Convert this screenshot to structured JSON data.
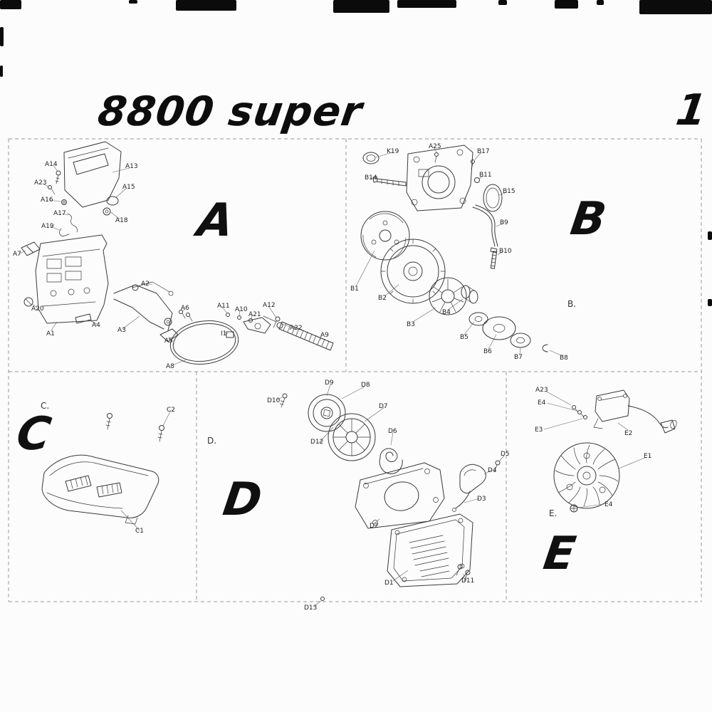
{
  "page": {
    "title": "8800 super",
    "page_number": "1"
  },
  "sections": {
    "A": {
      "letter": "A",
      "labels": [
        "A14",
        "A13",
        "A23",
        "A15",
        "A16",
        "A17",
        "A18",
        "A19",
        "A7",
        "A2",
        "A20",
        "A6",
        "A11",
        "A10",
        "A21",
        "A12",
        "A4",
        "A1",
        "A3",
        "A22",
        "A5",
        "I1",
        "A9",
        "A8"
      ]
    },
    "B": {
      "letter": "B",
      "note": "B.",
      "labels": [
        "K19",
        "A25",
        "B17",
        "B14",
        "B11",
        "B15",
        "B9",
        "B10",
        "B1",
        "B2",
        "B3",
        "B4",
        "B5",
        "B6",
        "B7",
        "B8"
      ]
    },
    "C": {
      "letter": "C",
      "note": "C.",
      "labels": [
        "C2",
        "C1"
      ]
    },
    "D": {
      "letter": "D",
      "note": "D.",
      "labels": [
        "D9",
        "D8",
        "D10",
        "D7",
        "D6",
        "D12",
        "D5",
        "D4",
        "D3",
        "D2",
        "D1",
        "D11",
        "D13"
      ]
    },
    "E": {
      "letter": "E",
      "note": "E.",
      "labels": [
        "A23",
        "E4",
        "E3",
        "E2",
        "E1",
        "E4"
      ]
    }
  }
}
